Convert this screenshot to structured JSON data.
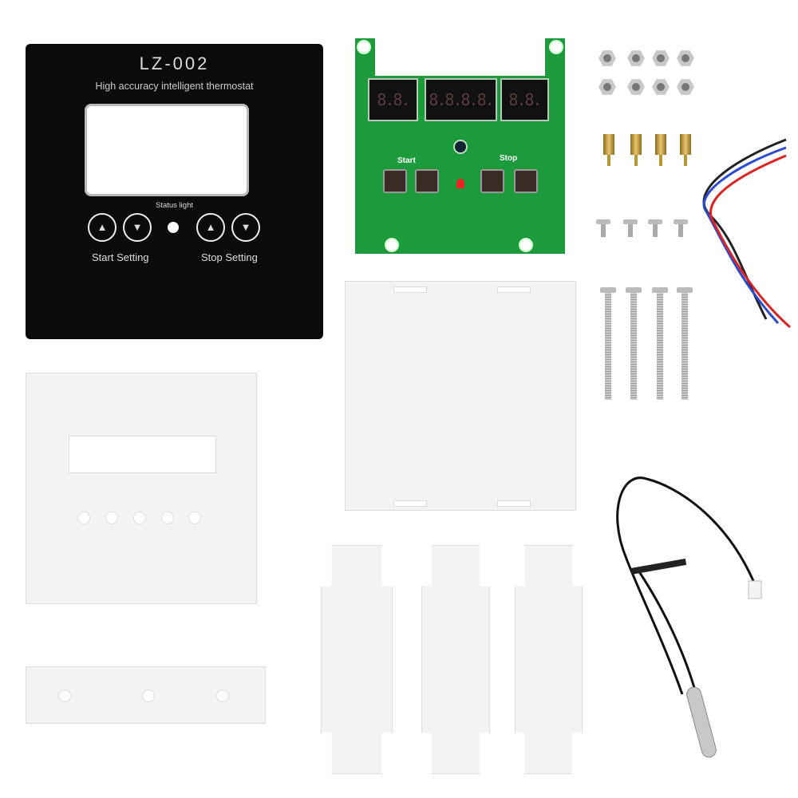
{
  "panel": {
    "model": "LZ-002",
    "subtitle": "High accuracy intelligent thermostat",
    "status_label": "Status light",
    "start_label": "Start Setting",
    "stop_label": "Stop Setting",
    "up_glyph": "▲",
    "down_glyph": "▼"
  },
  "pcb": {
    "displays": [
      "8.8.",
      "8.8.8.8.",
      "8.8."
    ],
    "start_label": "Start",
    "stop_label": "Stop",
    "color": "#1c9a3c"
  }
}
